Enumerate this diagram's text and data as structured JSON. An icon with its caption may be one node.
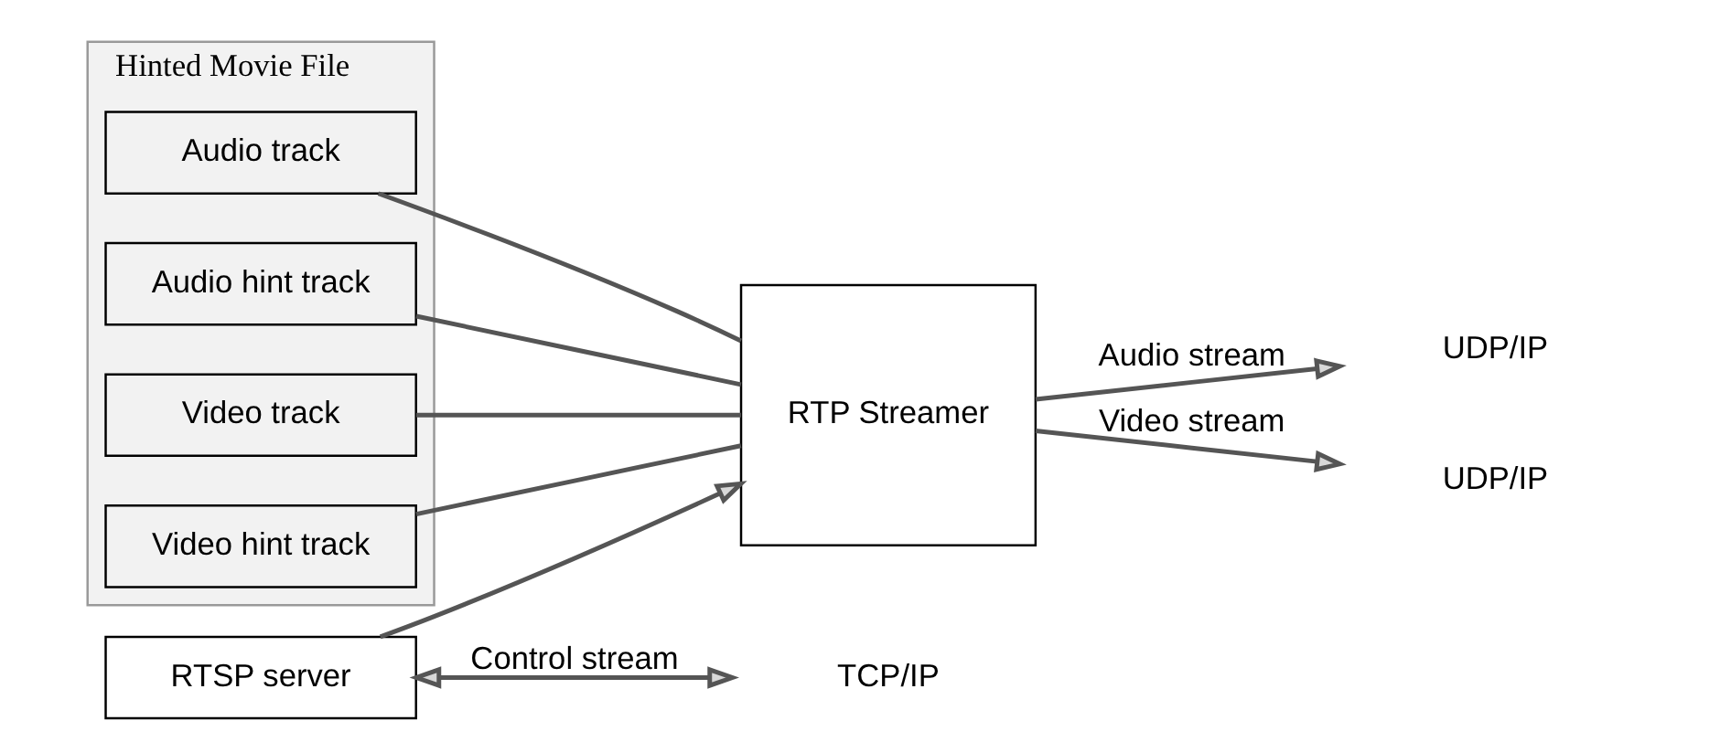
{
  "diagram": {
    "nodes": [
      {
        "text": [
          "Hinted Movie File"
        ]
      },
      {
        "text": [
          "Audio track"
        ],
        "in": 0
      },
      {
        "text": [
          "Audio hint track"
        ],
        "in": 0
      },
      {
        "text": [
          "Video track"
        ],
        "in": 0
      },
      {
        "text": [
          "Video hint track"
        ],
        "in": 0
      },
      {
        "text": [
          "RTP Streamer"
        ]
      },
      {
        "text": [
          "RTSP server"
        ]
      },
      {
        "text": [
          "UDP/IP"
        ]
      },
      {
        "text": [
          "UDP/IP"
        ]
      },
      {
        "text": [
          "TCP/IP"
        ]
      }
    ],
    "edges": [
      {
        "from": 1,
        "to": 5,
        "arrow": "none"
      },
      {
        "from": 2,
        "to": 5,
        "arrow": "none"
      },
      {
        "from": 3,
        "to": 5,
        "arrow": "none"
      },
      {
        "from": 4,
        "to": 5,
        "arrow": "none"
      },
      {
        "from": 6,
        "to": 5,
        "arrow": "to"
      },
      {
        "from": 5,
        "to": 7,
        "arrow": "to",
        "label": "Audio stream"
      },
      {
        "from": 5,
        "to": 8,
        "arrow": "to",
        "label": "Video stream"
      },
      {
        "from": 6,
        "to": 9,
        "arrow": "both",
        "label": "Control stream"
      }
    ]
  }
}
